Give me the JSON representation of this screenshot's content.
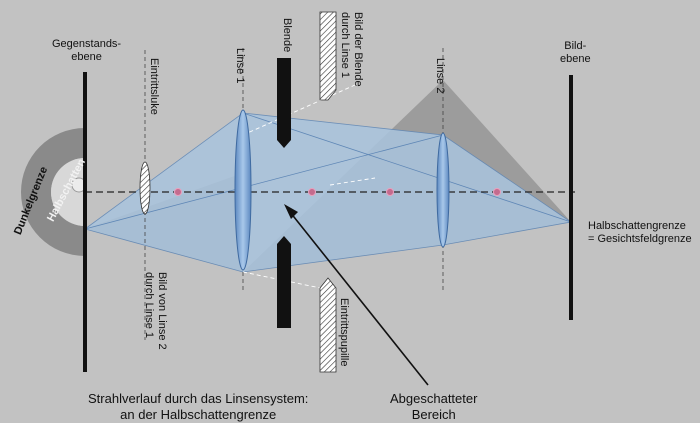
{
  "labels": {
    "object_plane_line1": "Gegenstands-",
    "object_plane_line2": "ebene",
    "image_plane_line1": "Bild-",
    "image_plane_line2": "ebene",
    "entrance_window": "Eintrittsluke",
    "lens1": "Linse 1",
    "stop": "Blende",
    "image_of_stop_line1": "Bild der Blende",
    "image_of_stop_line2": "durch Linse 1",
    "lens2": "Linse 2",
    "image_of_lens2_line1": "Bild von Linse 2",
    "image_of_lens2_line2": "durch Linse 1",
    "entrance_pupil": "Eintrittspupille",
    "umbra": "Dunkelgrenze",
    "penumbra": "Halbschatten",
    "penumbra_limit_line1": "Halbschattengrenze",
    "penumbra_limit_line2": "= Gesichtsfeldgrenze",
    "caption_line1": "Strahlverlauf durch das Linsensystem:",
    "caption_line2": "an der Halbschattengrenze",
    "shaded_area_line1": "Abgeschatteter",
    "shaded_area_line2": "Bereich"
  },
  "colors": {
    "background": "#c2c2c2",
    "ray_fill": "#a9c4de",
    "lens_fill": "#7ea6d4",
    "shade_fill": "#9b9b9b",
    "focus_dot": "#c46b8e"
  }
}
